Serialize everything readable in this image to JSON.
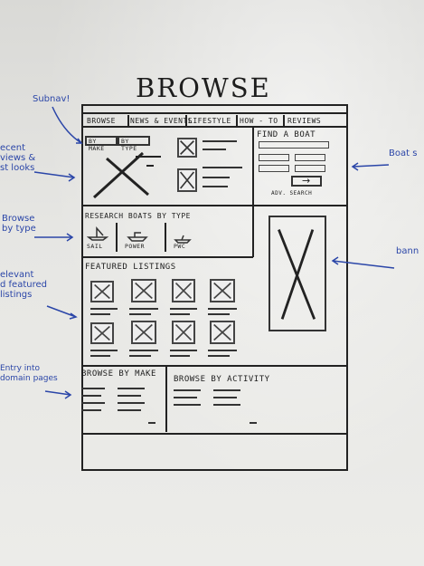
{
  "page_title": "BROWSE",
  "nav_tabs": [
    "BROWSE",
    "NEWS & EVENTS",
    "LIFESTYLE",
    "HOW - TO",
    "REVIEWS"
  ],
  "subtabs": [
    "BY MAKE",
    "BY TYPE"
  ],
  "find_a_boat": {
    "title": "FIND A BOAT",
    "adv_search": "ADV. SEARCH"
  },
  "research": {
    "title": "RESEARCH BOATS BY TYPE",
    "types": [
      "SAIL",
      "POWER",
      "PWC"
    ]
  },
  "featured": {
    "title": "FEATURED LISTINGS"
  },
  "browse_by_make": "BROWSE BY MAKE",
  "browse_by_activity": "BROWSE BY ACTIVITY",
  "annotations": {
    "subnav": "Subnav!",
    "recent": "ecent\nviews &\nst looks",
    "browse_type": "Browse\nby type",
    "relevant": "elevant\nd featured\nlistings",
    "entry": "Entry into\ndomain pages",
    "boat_search": "Boat s",
    "banner": "bann"
  }
}
